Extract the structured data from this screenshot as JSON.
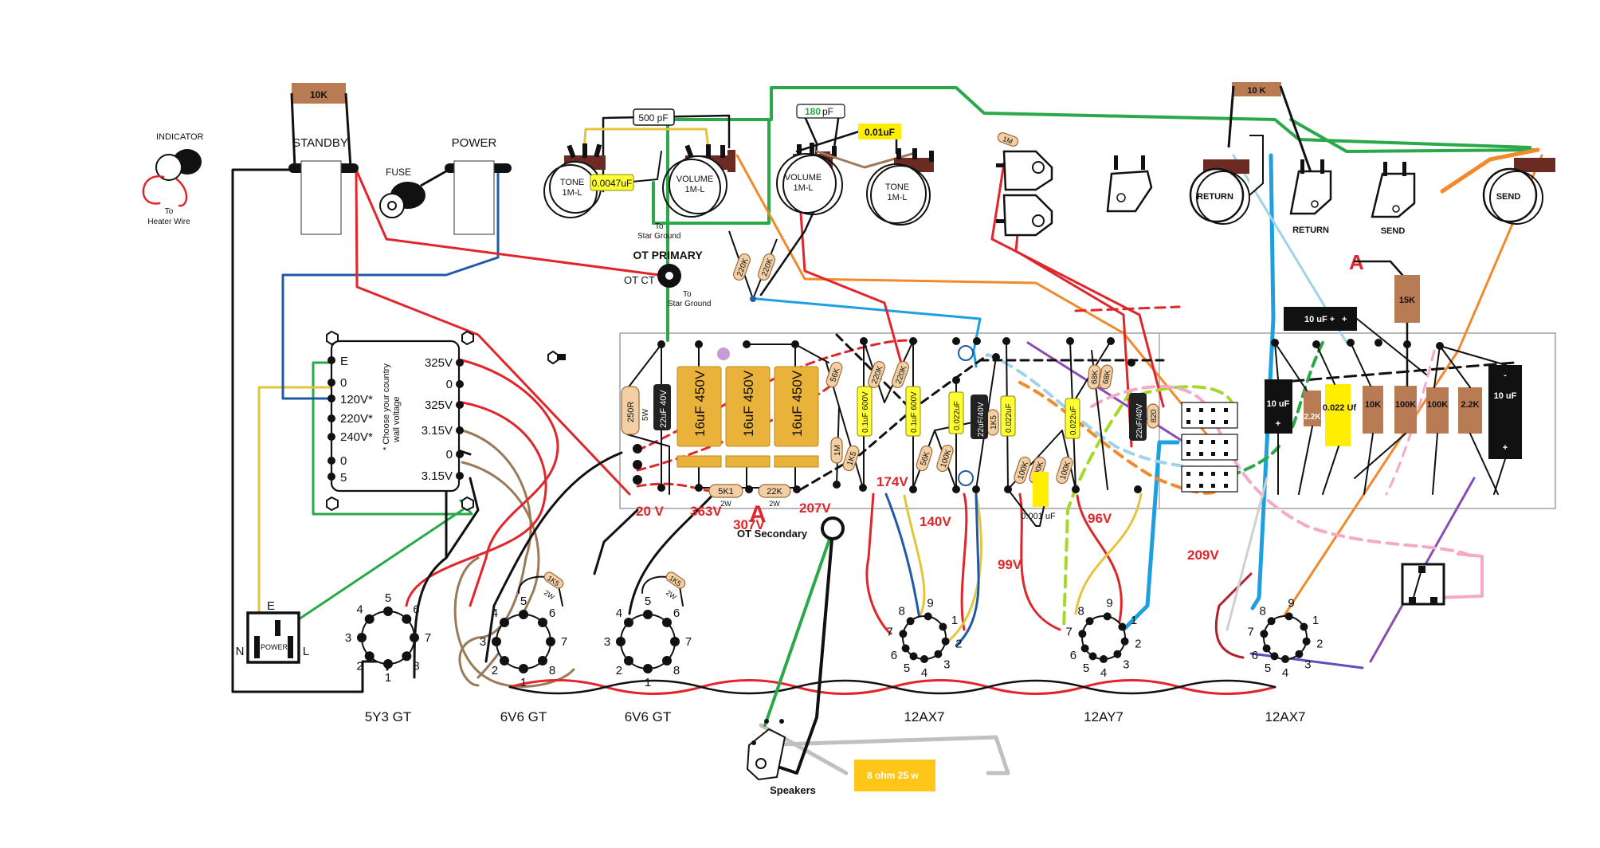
{
  "diagram": {
    "title": "Amplifier point-to-point wiring layout",
    "colors": {
      "red_wire": "#e0262b",
      "black_wire": "#111111",
      "green_wire": "#2aa84a",
      "blue_wire": "#1f5aa6",
      "cyan_wire": "#1ea0e0",
      "light_blue_wire": "#9fd3ea",
      "orange_wire": "#f08a2c",
      "brown_wire": "#9b7a5a",
      "yellow_wire": "#e5c43d",
      "purple_wire": "#8a4cb0",
      "pink_wire": "#f5a9c8",
      "lime_wire": "#a6d82a",
      "resistor_body": "#f3cfa6",
      "resistor_block": "#b87b54",
      "filter_cap": "#e9b23a",
      "film_cap": "#ffff33",
      "voltage_label": "#e0262b"
    },
    "power_section": {
      "indicator": {
        "label": "INDICATOR",
        "note_line1": "To",
        "note_line2": "Heater Wire"
      },
      "standby": {
        "label": "STANDBY",
        "resistor": "10K"
      },
      "fuse": {
        "label": "FUSE"
      },
      "power_switch": {
        "label": "POWER"
      },
      "iec_inlet": {
        "label": "POWER",
        "pin_n": "N",
        "pin_e": "E",
        "pin_l": "L"
      },
      "power_transformer": {
        "primary_taps": [
          "E",
          "0",
          "120V*",
          "220V*",
          "240V*",
          "0",
          "5"
        ],
        "secondary_taps": [
          "325V",
          "0",
          "325V",
          "3.15V",
          "0",
          "3.15V"
        ],
        "note_line1": "* Choose your country",
        "note_line2": "wall voltage"
      }
    },
    "output_transformer": {
      "primary_label": "OT PRIMARY",
      "ct_label": "OT CT",
      "ground_note_line1": "To",
      "ground_note_line2": "Star Ground",
      "secondary_label": "OT Secondary"
    },
    "front_controls": {
      "pots": [
        {
          "name": "TONE",
          "value": "1M-L"
        },
        {
          "name": "VOLUME",
          "value": "1M-L"
        },
        {
          "name": "VOLUME",
          "value": "1M-L"
        },
        {
          "name": "TONE",
          "value": "1M-L"
        }
      ],
      "caps": {
        "bright_cap": "500 pF",
        "tone_cap": "0.0047uF",
        "bright_cap2_value": "180",
        "bright_cap2_unit": "pF",
        "tone_cap2": "0.01uF"
      },
      "pot_ground_note_line1": "To",
      "pot_ground_note_line2": "Star Ground",
      "input_jack_resistor": "1M",
      "volume_resistors": [
        "220K",
        "220K"
      ]
    },
    "fx_loop": {
      "resistor_top": "10 K",
      "return_pot": "RETURN",
      "return_jack": "RETURN",
      "send_jack": "SEND",
      "send_pot": "SEND",
      "supply_marker": "A",
      "supply_resistor": "15K",
      "cap_top": "10 uF +",
      "cap_top_plus": "+",
      "cap_left": "10 uF",
      "cap_left_plus": "+",
      "cap_right": "10 uF",
      "cap_right_minus": "-",
      "cap_right_plus": "+",
      "board_parts": [
        "2.2K",
        "0.022 Uf",
        "10K",
        "100K",
        "100K",
        "2.2K"
      ]
    },
    "main_board": {
      "filter_caps": [
        "16uF 450V",
        "16uF 450V",
        "16uF 450V"
      ],
      "bias_resistor": "250R",
      "bias_resistor_power": "5W",
      "cathode_cap": "22uF 40V",
      "dropping_resistors": [
        {
          "value": "5K1",
          "power": "2W"
        },
        {
          "value": "22K",
          "power": "2W"
        }
      ],
      "small_resistors": [
        "56K",
        "1M",
        "1K5",
        "220K",
        "220K",
        "56K",
        "100K",
        "1K5",
        "100K",
        "100K",
        "100K",
        "68K",
        "68K",
        "820"
      ],
      "coupling_caps": [
        "0.1uF 600V",
        "0.1uF 600V",
        "0.022uF",
        "0.022uF",
        "0.022uF"
      ],
      "electrolytics": [
        "22uF/40V",
        "22uF/40V"
      ],
      "small_cap": "0.001 uF",
      "node_marker": "A"
    },
    "voltages": [
      "20 V",
      "363V",
      "307V",
      "207V",
      "174V",
      "140V",
      "99V",
      "96V",
      "209V"
    ],
    "tubes": [
      {
        "name": "5Y3 GT",
        "pins": [
          "1",
          "2",
          "3",
          "4",
          "5",
          "6",
          "7",
          "8"
        ]
      },
      {
        "name": "6V6 GT",
        "pins": [
          "1",
          "2",
          "3",
          "4",
          "5",
          "6",
          "7",
          "8"
        ],
        "screen_resistor": "1K5",
        "screen_power": "2W"
      },
      {
        "name": "6V6 GT",
        "pins": [
          "1",
          "2",
          "3",
          "4",
          "5",
          "6",
          "7",
          "8"
        ],
        "screen_resistor": "1K5",
        "screen_power": "2W"
      },
      {
        "name": "12AX7",
        "pins": [
          "1",
          "2",
          "3",
          "4",
          "5",
          "6",
          "7",
          "8",
          "9"
        ]
      },
      {
        "name": "12AY7",
        "pins": [
          "1",
          "2",
          "3",
          "4",
          "5",
          "6",
          "7",
          "8",
          "9"
        ]
      },
      {
        "name": "12AX7",
        "pins": [
          "1",
          "2",
          "3",
          "4",
          "5",
          "6",
          "7",
          "8",
          "9"
        ]
      }
    ],
    "speaker": {
      "label": "Speakers",
      "load": "8 ohm 25 w"
    }
  }
}
